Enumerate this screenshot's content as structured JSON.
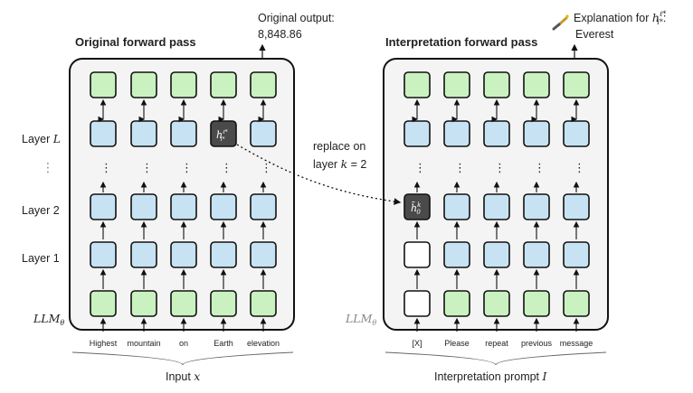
{
  "left_panel": {
    "title": "Original forward pass",
    "output_label": "Original output:",
    "output_value": "8,848.86",
    "tokens": [
      "Highest",
      "mountain",
      "on",
      "Earth",
      "elevation"
    ],
    "model_label": "LLM",
    "model_sub": "θ",
    "input_label": "Input ",
    "input_var": "x",
    "hidden_state_label": "h",
    "hidden_state_sup": "ℓ*",
    "hidden_state_sub": "i*"
  },
  "right_panel": {
    "title": "Interpretation forward pass",
    "explanation_label": "Explanation for ",
    "explanation_var": "h",
    "explanation_sup": "ℓ*",
    "explanation_sub": "i*",
    "explanation_colon": ":",
    "explanation_value": "Everest",
    "tokens": [
      "[X]",
      "Please",
      "repeat",
      "previous",
      "message"
    ],
    "model_label": "LLM",
    "model_sub": "θ",
    "prompt_label": "Interpretation prompt ",
    "prompt_var": "I",
    "injected_label": "h̄",
    "injected_sup": "k",
    "injected_sub": "0"
  },
  "layer_labels": {
    "layer_L": "Layer ",
    "layer_L_var": "L",
    "dots": "⋮",
    "layer_2": "Layer 2",
    "layer_1": "Layer 1"
  },
  "arrow_annotation": {
    "line1": "replace on",
    "line2_prefix": "layer ",
    "line2_var": "k",
    "line2_suffix": " = 2"
  },
  "colors": {
    "green": "#c9f2c0",
    "blue": "#c7e3f3",
    "dark": "#4a4a4a",
    "white": "#ffffff",
    "panel_border": "#111111"
  },
  "icons": [
    "wand-icon"
  ]
}
